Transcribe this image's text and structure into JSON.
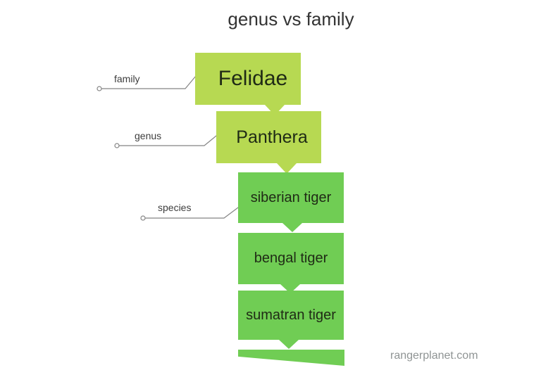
{
  "title": "genus vs family",
  "watermark": "rangerplanet.com",
  "colors": {
    "family_genus_fill": "#b7d952",
    "species_fill": "#70cd54",
    "node_text": "#1f2a15",
    "connector": "#858585"
  },
  "rank_labels": {
    "family": "family",
    "genus": "genus",
    "species": "species"
  },
  "nodes": {
    "family": "Felidae",
    "genus": "Panthera",
    "species_1": "siberian tiger",
    "species_2": "bengal tiger",
    "species_3": "sumatran tiger"
  }
}
